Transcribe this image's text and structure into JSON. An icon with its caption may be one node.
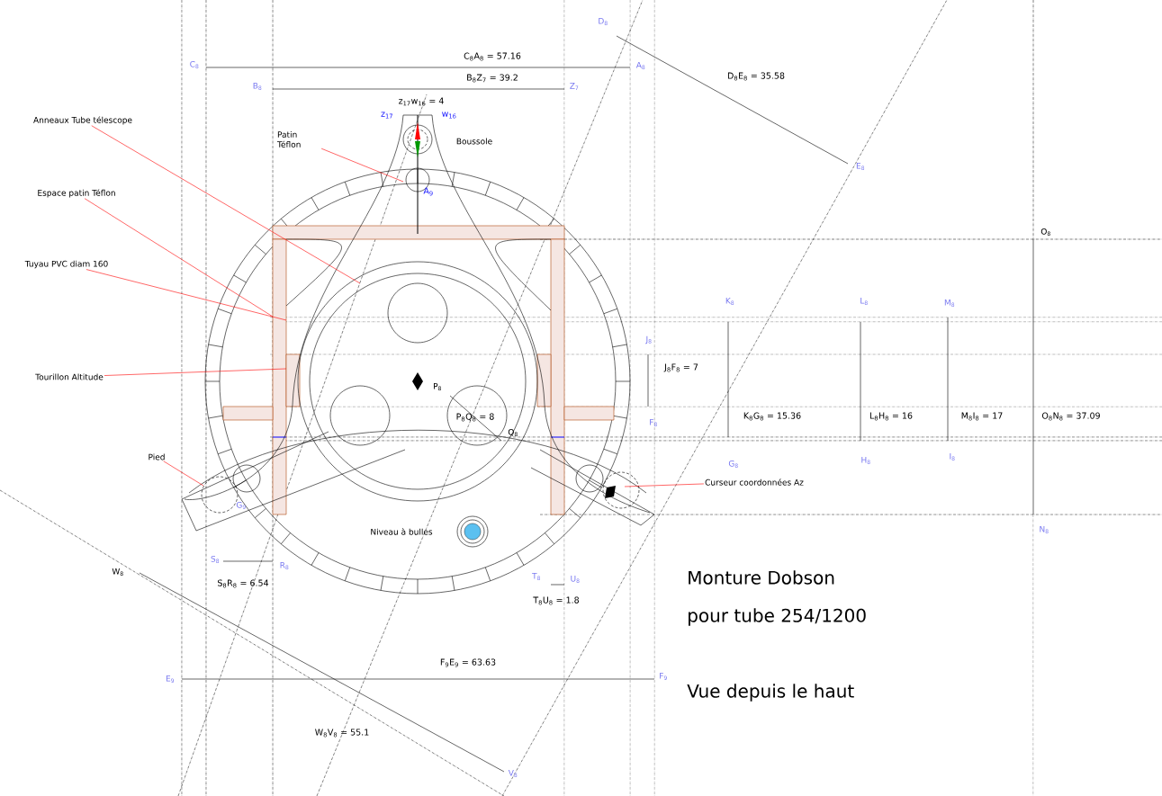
{
  "diagram": {
    "nodes": [
      {
        "text": [
          "Anneaux Tube télescope"
        ]
      },
      {
        "text": [
          "Patin Téflon"
        ]
      },
      {
        "text": [
          "Espace patin Téflon"
        ]
      },
      {
        "text": [
          "Tuyau PVC diam 160"
        ]
      },
      {
        "text": [
          "Tourillon Altitude"
        ]
      },
      {
        "text": [
          "Pied"
        ]
      },
      {
        "text": [
          "Curseur coordonnées Az"
        ]
      }
    ],
    "edges": [
      {
        "from": 0,
        "to": null,
        "arrow": "none",
        "color": "#ff0000"
      },
      {
        "from": 1,
        "to": null,
        "arrow": "none",
        "color": "#ff0000"
      },
      {
        "from": 2,
        "to": null,
        "arrow": "none",
        "color": "#ff0000"
      },
      {
        "from": 3,
        "to": null,
        "arrow": "none",
        "color": "#ff0000"
      },
      {
        "from": 4,
        "to": null,
        "arrow": "none",
        "color": "#ff0000"
      },
      {
        "from": 5,
        "to": null,
        "arrow": "none",
        "color": "#ff0000"
      },
      {
        "from": 6,
        "to": null,
        "arrow": "none",
        "color": "#ff0000"
      }
    ],
    "labels": [
      "D$_{8}$",
      "C$_{8}$A$_{8}$ = 57.16",
      "C$_{8}$",
      "A$_{8}$",
      "B$_{8}$Z$_{7}$ = 39.2",
      "B$_{8}$",
      "Z$_{7}$",
      "D$_{8}$E$_{8}$ = 35.58",
      "z$_{17}$w$_{16}$ = 4",
      "z$_{17}$",
      "w$_{16}$",
      "Boussole",
      "E$_{8}$",
      "A$_{9}$",
      "O$_{8}$",
      "K$_{8}$",
      "L$_{8}$",
      "M$_{8}$",
      "J$_{8}$",
      "J$_{8}$F$_{8}$ = 7",
      "P$_{8}$",
      "P$_{8}$Q$_{8}$ = 8",
      "K$_{8}$G$_{8}$ = 15.36",
      "L$_{8}$H$_{8}$ = 16",
      "M$_{8}$I$_{8}$ = 17",
      "O$_{8}$N$_{8}$ = 37.09",
      "F$_{8}$",
      "Q$_{8}$",
      "G$_{8}$",
      "H$_{8}$",
      "I$_{8}$",
      "G$_{9}$",
      "Niveau à bulles",
      "N$_{8}$",
      "S$_{8}$",
      "R$_{8}$",
      "T$_{8}$",
      "U$_{8}$",
      "Monture Dobson",
      "W$_{8}$",
      "S$_{8}$R$_{8}$ = 6.54",
      "T$_{8}$U$_{8}$ = 1.8",
      "pour tube 254/1200",
      "F$_{9}$E$_{9}$ = 63.63",
      "E$_{9}$",
      "F$_{9}$",
      "Vue depuis le haut",
      "W$_{8}$V$_{8}$ = 55.1",
      "V$_{8}$"
    ]
  }
}
